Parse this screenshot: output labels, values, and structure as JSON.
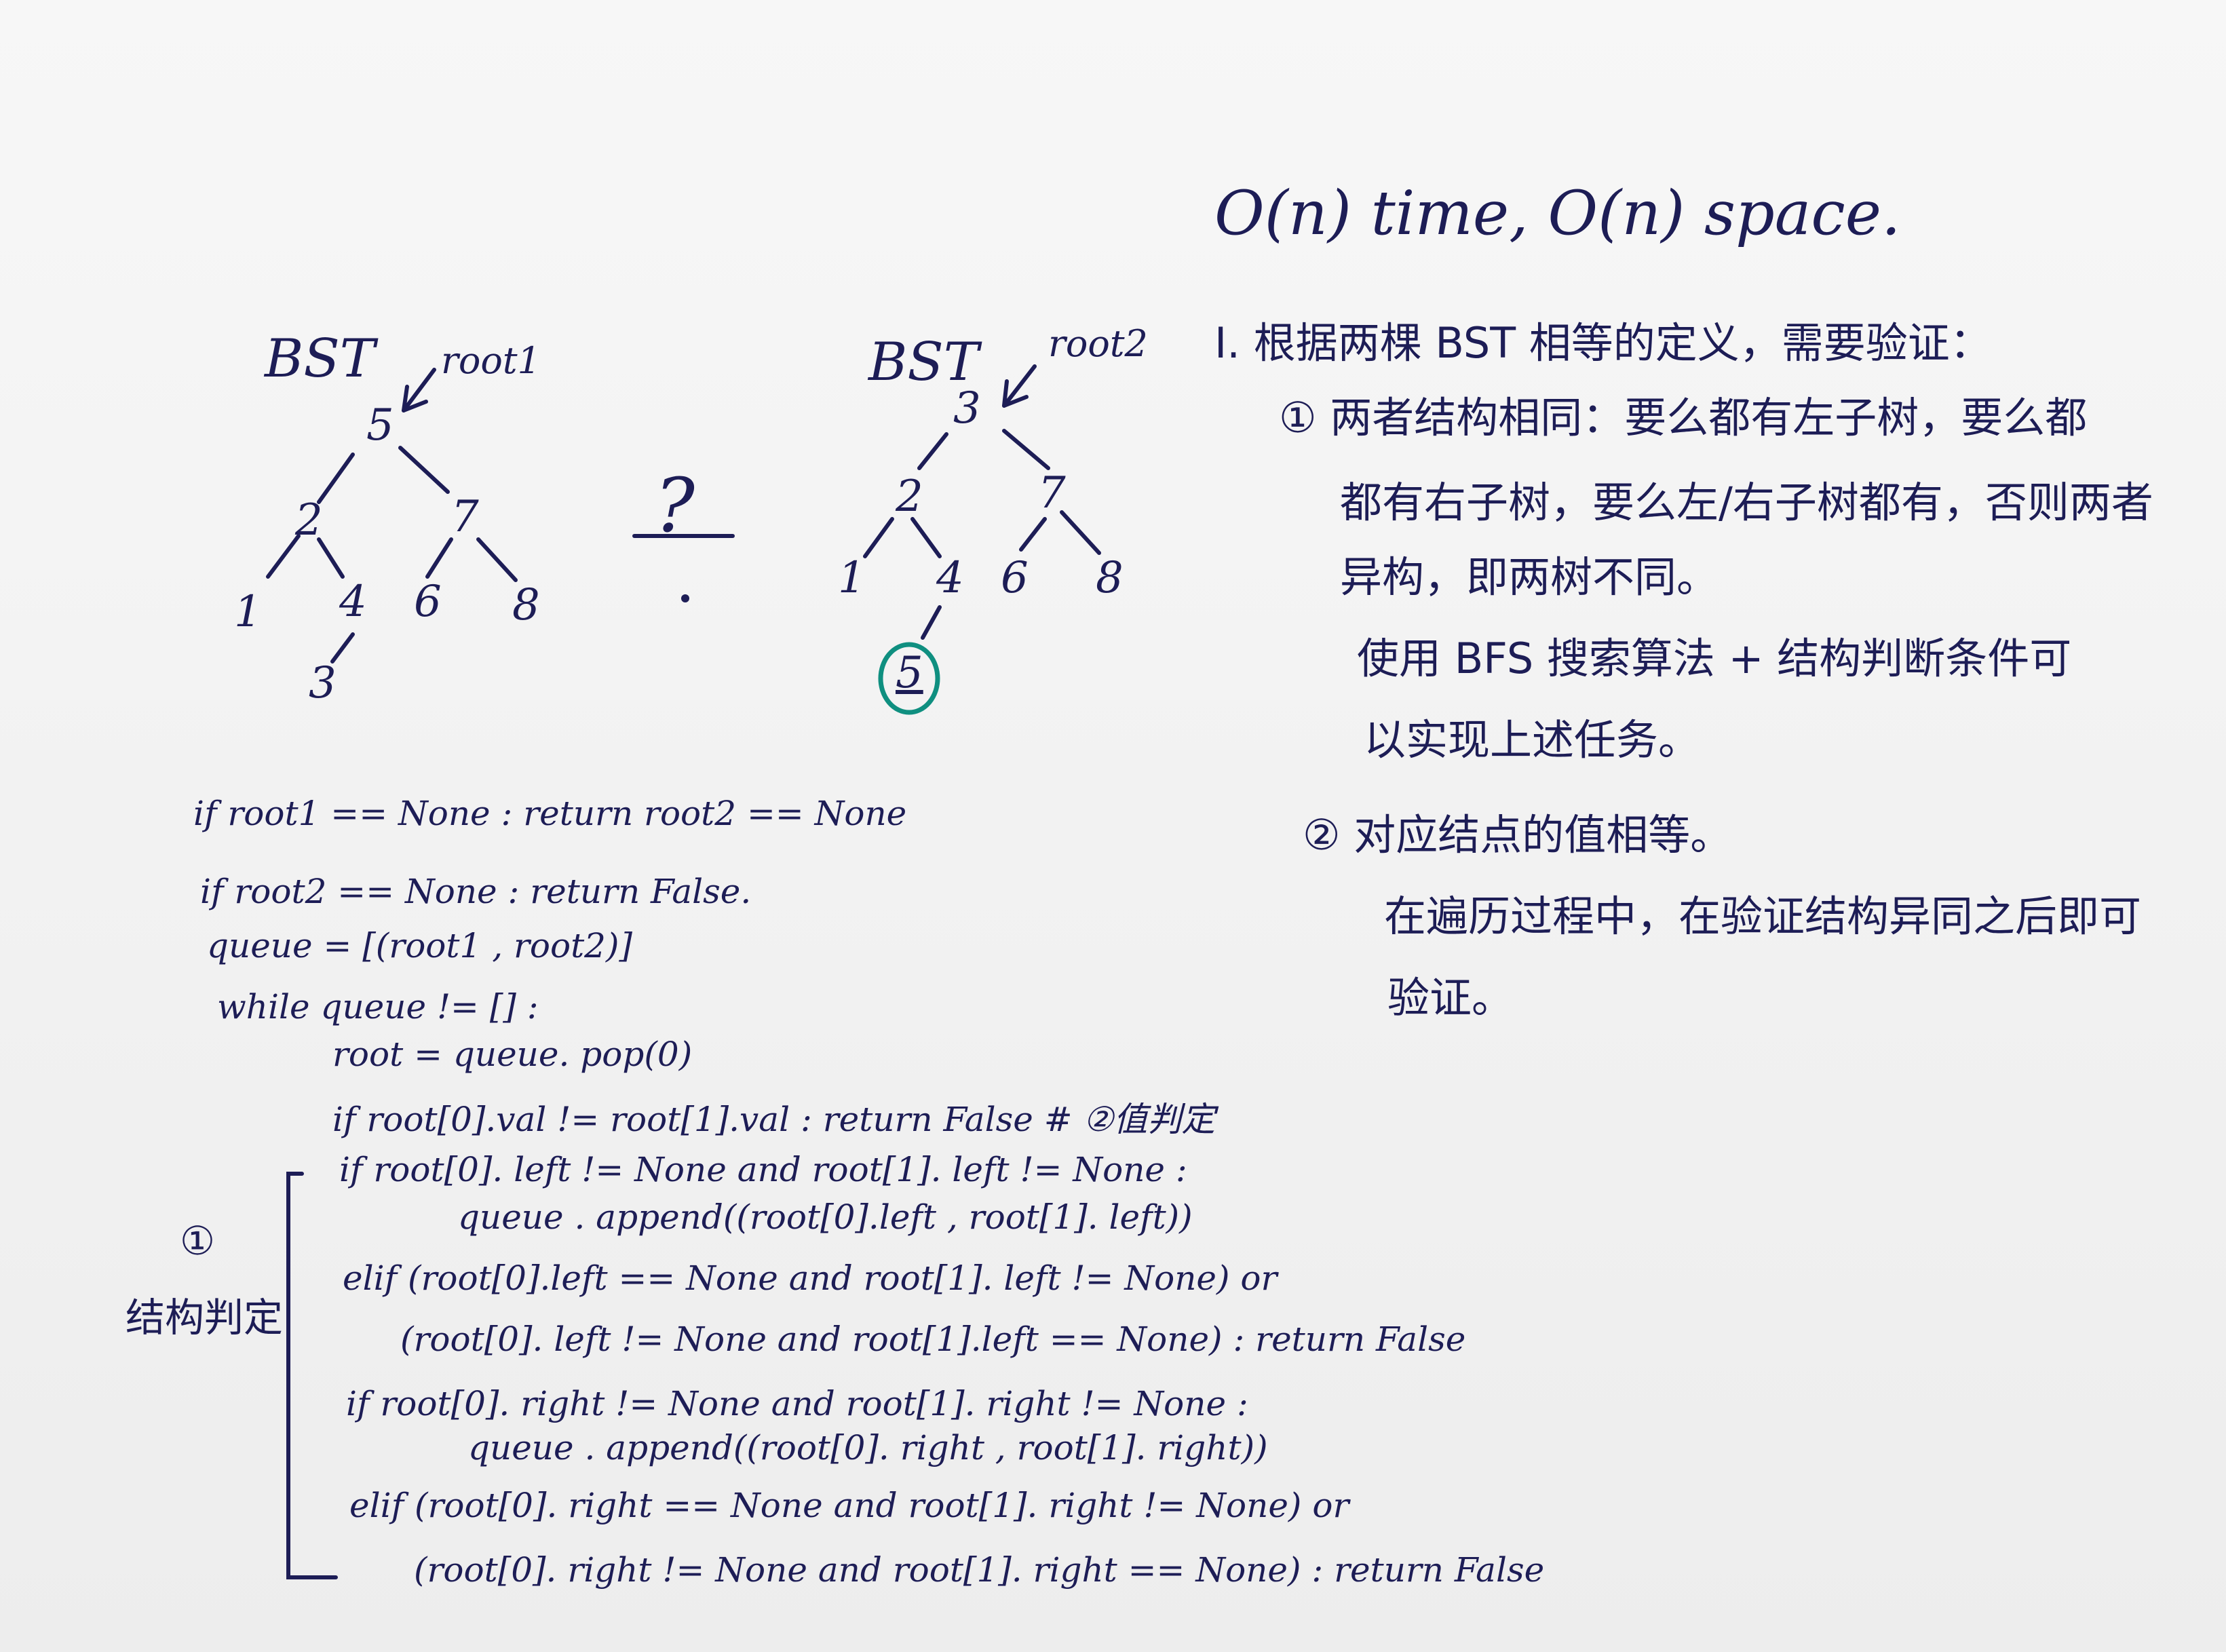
{
  "complexity": "O(n) time,  O(n) space.",
  "tree1": {
    "label": "BST",
    "pointer": "root1",
    "nodes": [
      "5",
      "2",
      "7",
      "1",
      "4",
      "6",
      "8",
      "3"
    ]
  },
  "tree2": {
    "label": "BST",
    "pointer": "root2",
    "nodes": [
      "3",
      "2",
      "7",
      "1",
      "4",
      "6",
      "8",
      "5"
    ]
  },
  "compare_symbol": "?",
  "notes": {
    "l1": "I. 根据两棵 BST 相等的定义，需要验证：",
    "l2": "① 两者结构相同：要么都有左子树，要么都",
    "l3": "都有右子树，要么左/右子树都有，否则两者",
    "l4": "异构，即两树不同。",
    "l5": "使用 BFS 搜索算法 + 结构判断条件可",
    "l6": "以实现上述任务。",
    "l7": "② 对应结点的值相等。",
    "l8": "在遍历过程中，在验证结构异同之后即可",
    "l9": "验证。"
  },
  "bracket_label": {
    "num": "①",
    "text": "结构判定"
  },
  "code": {
    "c1": "if root1 == None : return  root2 == None",
    "c2": "if root2 == None : return False.",
    "c3": "queue = [(root1 , root2)]",
    "c4": "while queue != [] :",
    "c5": "root = queue. pop(0)",
    "c6": "if root[0].val != root[1].val : return False   # ②值判定",
    "c7": "if root[0]. left != None  and root[1]. left != None :",
    "c8": "queue . append((root[0].left , root[1]. left))",
    "c9": "elif (root[0].left == None  and root[1]. left != None)  or",
    "c10": "(root[0]. left != None  and  root[1].left == None) : return False",
    "c11": "if root[0]. right != None  and root[1]. right != None :",
    "c12": "queue . append((root[0]. right ,  root[1]. right))",
    "c13": "elif (root[0]. right == None  and  root[1]. right != None)  or",
    "c14": "(root[0]. right != None  and  root[1]. right == None) : return False"
  },
  "colors": {
    "ink": "#1d1d56",
    "highlight": "#0f8f80",
    "paper": "#f3f3f3"
  }
}
